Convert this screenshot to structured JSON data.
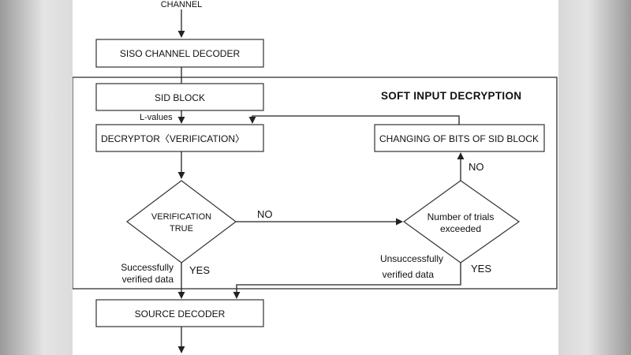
{
  "diagram": {
    "input_label": "CHANNEL",
    "siso_decoder": "SISO CHANNEL DECODER",
    "section_title": "SOFT INPUT DECRYPTION",
    "sid_block": "SID BLOCK",
    "l_values": "L-values",
    "decryptor": "DECRYPTOR〈VERIFICATION〉",
    "changing_bits": "CHANGING OF BITS OF SID BLOCK",
    "verification_line1": "VERIFICATION",
    "verification_line2": "TRUE",
    "trials_line1": "Number of trials",
    "trials_line2": "exceeded",
    "no_label_verification": "NO",
    "no_label_trials": "NO",
    "yes_label_verification": "YES",
    "yes_label_trials": "YES",
    "success_line1": "Successfully",
    "success_line2": "verified data",
    "unsuccess_line1": "Unsuccessfully",
    "unsuccess_line2": "verified data",
    "source_decoder": "SOURCE DECODER"
  }
}
